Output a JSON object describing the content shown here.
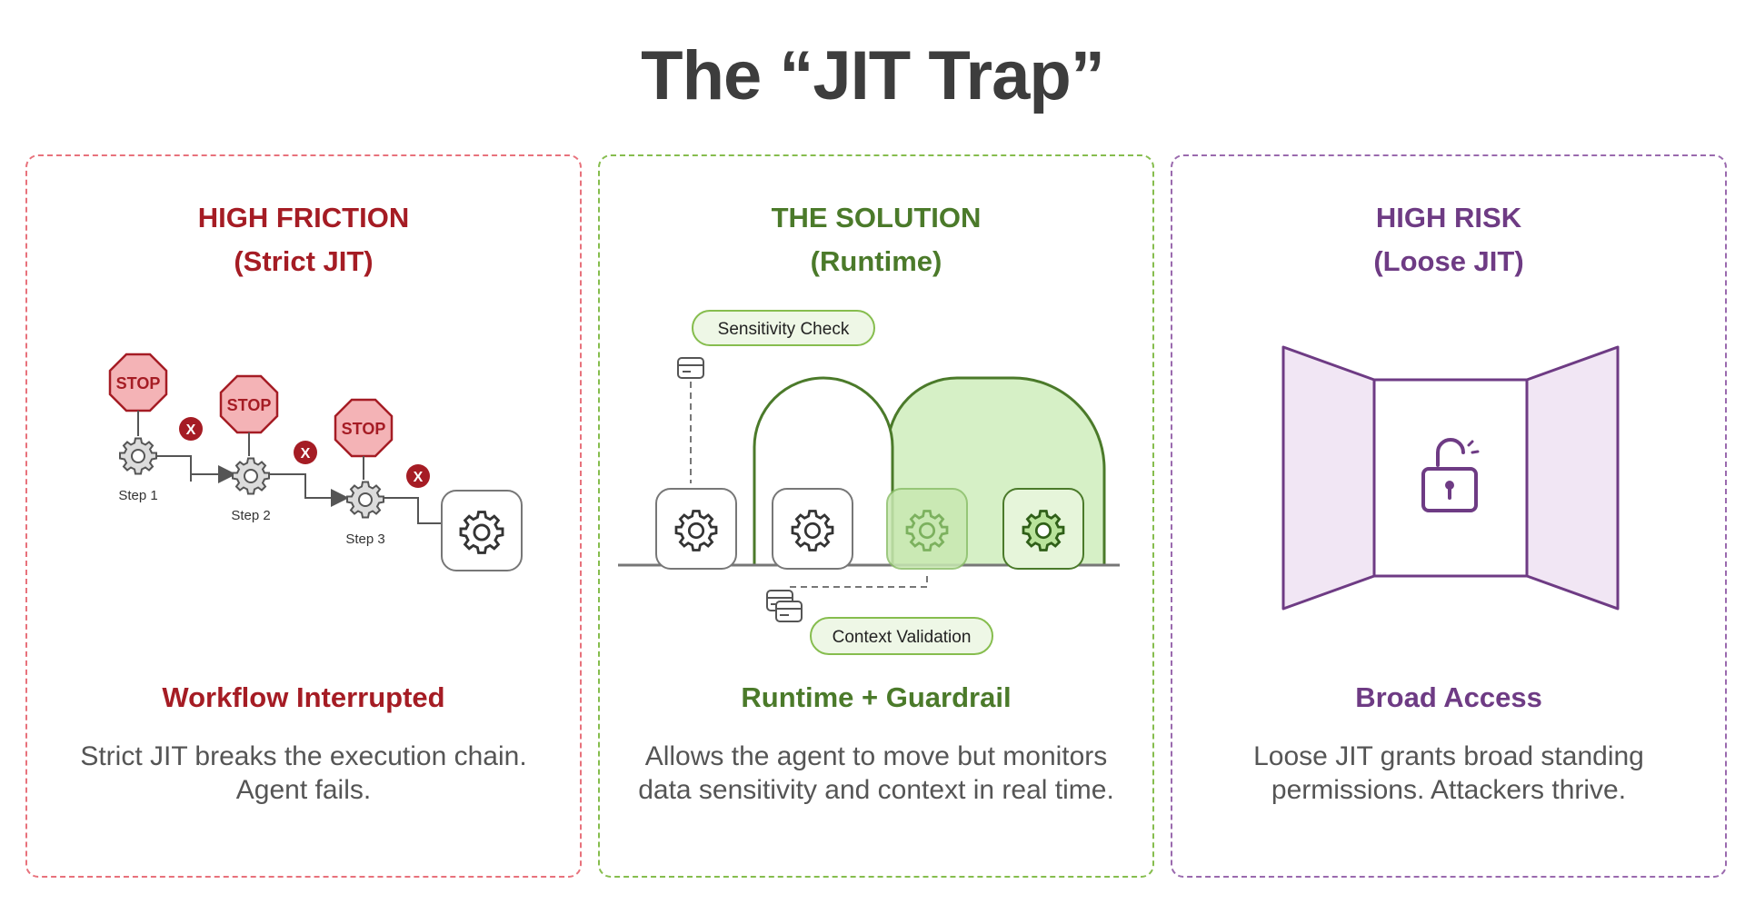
{
  "title": "The “JIT Trap”",
  "panels": [
    {
      "heading_line1": "HIGH FRICTION",
      "heading_line2": "(Strict JIT)",
      "subhead": "Workflow Interrupted",
      "desc": "Strict JIT breaks the execution chain. Agent fails.",
      "stop_label": "STOP",
      "x_label": "X",
      "steps": [
        "Step 1",
        "Step 2",
        "Step 3"
      ],
      "color": "#a51c24",
      "border": "#e8727c"
    },
    {
      "heading_line1": "THE SOLUTION",
      "heading_line2": "(Runtime)",
      "subhead": "Runtime + Guardrail",
      "desc": "Allows the agent to move but monitors data sensitivity and context  in real time.",
      "sensitivity_label": "Sensitivity Check",
      "context_label": "Context Validation",
      "color": "#4b7a2a",
      "border": "#86bd4e"
    },
    {
      "heading_line1": "HIGH RISK",
      "heading_line2": "(Loose JIT)",
      "subhead": "Broad Access",
      "desc": "Loose JIT grants broad standing permissions. Attackers thrive.",
      "color": "#6e3b84",
      "border": "#9a6aae"
    }
  ],
  "icons": [
    "stop-sign-icon",
    "gear-icon",
    "x-icon",
    "card-icon",
    "unlocked-padlock-icon"
  ]
}
